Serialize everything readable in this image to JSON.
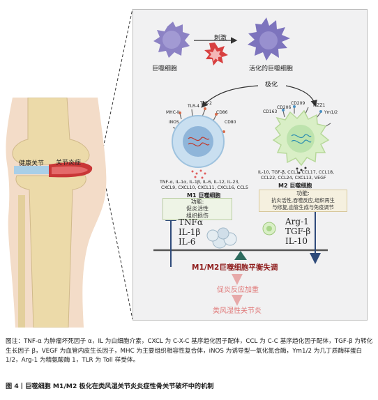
{
  "cells": {
    "macrophage": "巨噬细胞",
    "stimulus": "刺激",
    "activated": "活化的巨噬细胞",
    "polarize": "极化"
  },
  "m1": {
    "receptors": [
      "MHC-II",
      "TLR-4",
      "TLR-2",
      "CD86",
      "iNOS",
      "CD80"
    ],
    "cytokines_line1": "TNF-α, IL-1α, IL-1β, IL-6, IL-12, IL-23,",
    "cytokines_line2": "CXCL9, CXCL10, CXCL11, CXCL16, CCL5",
    "name": "M1 巨噬细胞",
    "function_title": "功能:",
    "function_line1": "促炎活性",
    "function_line2": "组织损伤",
    "factors": [
      "TNFα",
      "IL-1β",
      "IL-6"
    ]
  },
  "m2": {
    "receptors": [
      "CD206",
      "CD209",
      "FIZZ1",
      "CD163",
      "Ym1/2"
    ],
    "cytokines_line1": "IL-10, TGF-β, CCL1, CCL17, CCL18,",
    "cytokines_line2": "CCL22, CCL24, CXCL13, VEGF",
    "name": "M2 巨噬细胞",
    "function_title": "功能:",
    "function_line1": "抗炎活性,吞噬反应,组织再生",
    "function_line2": "与修复,血管生成与免疫调节",
    "factors": [
      "Arg-1",
      "TGF-β",
      "IL-10"
    ]
  },
  "flow": {
    "imbalance": "M1/M2巨噬细胞平衡失调",
    "inflammation": "促炎反应加重",
    "disease": "类风湿性关节炎"
  },
  "joint": {
    "healthy": "健康关节",
    "arthritis": "关节炎症"
  },
  "caption": {
    "note": "图注：TNF-α 为肿瘤坏死因子 α，IL 为白细胞介素，CXCL 为 C-X-C 基序趋化因子配体，CCL 为 C-C 基序趋化因子配体，TGF-β 为转化生长因子 β，VEGF 为血管内皮生长因子，MHC 为主要组织相容性复合体，iNOS 为诱导型一氧化氮合酶，Ym1/2 为几丁质酶样蛋白 1/2，Arg-1 为精氨酸酶 1，TLR 为 Toll 样受体。",
    "title": "图 4丨巨噬细胞 M1/M2 极化在类风湿关节炎炎症性骨关节破坏中的机制"
  },
  "colors": {
    "panel": "#f1f1f2",
    "m1_cell": "#b9d6ea",
    "m2_cell": "#cfe9b8",
    "macrophage": "#8c82c4",
    "red_text": "#e07777",
    "dark_red": "#8e1b1b"
  }
}
